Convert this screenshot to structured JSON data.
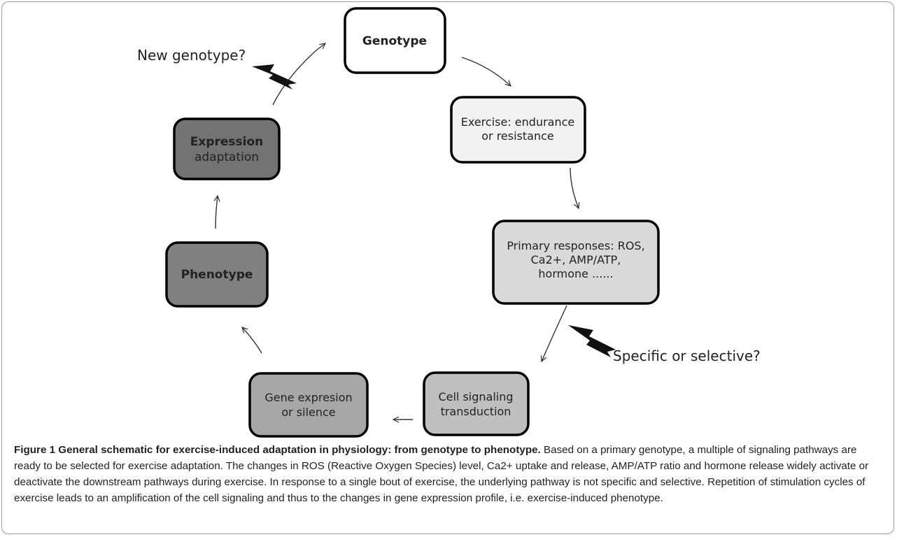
{
  "diagram": {
    "nodes": [
      {
        "id": "genotype",
        "lines": [
          "Genotype"
        ],
        "bold": true,
        "fill": "#ffffff"
      },
      {
        "id": "exercise",
        "lines": [
          "Exercise: endurance",
          "or resistance"
        ],
        "bold": false,
        "fill": "#f2f2f2"
      },
      {
        "id": "primary",
        "lines": [
          "Primary responses: ROS,",
          "Ca2+, AMP/ATP,",
          "hormone ......"
        ],
        "bold": false,
        "fill": "#d9d9d9"
      },
      {
        "id": "cellsig",
        "lines": [
          "Cell signaling",
          "transduction"
        ],
        "bold": false,
        "fill": "#bfbfbf"
      },
      {
        "id": "geneexp",
        "lines": [
          "Gene expresion",
          "or silence"
        ],
        "bold": false,
        "fill": "#a6a6a6"
      },
      {
        "id": "phenotype",
        "lines": [
          "Phenotype"
        ],
        "bold": true,
        "fill": "#808080"
      },
      {
        "id": "expression",
        "lines": [
          "Expression",
          "adaptation"
        ],
        "bold": false,
        "boldFirst": true,
        "fill": "#737373"
      }
    ],
    "annotations": {
      "new_genotype": "New genotype?",
      "specific": "Specific or selective?"
    },
    "colors": {
      "border": "#000000",
      "arrow": "#333333",
      "lightning": "#111111"
    }
  },
  "caption": {
    "title": "Figure 1 General schematic for exercise-induced adaptation in physiology: from genotype to phenotype.",
    "body": " Based on a primary genotype, a multiple of signaling pathways are ready to be selected for exercise adaptation. The changes in ROS (Reactive Oxygen Species) level, Ca2+ uptake and release, AMP/ATP ratio and hormone release widely activate or deactivate the downstream pathways during exercise. In response to a single bout of exercise, the underlying pathway is not specific and selective. Repetition of stimulation cycles of exercise leads to an amplification of the cell signaling and thus to the changes in gene expression profile, i.e. exercise-induced phenotype."
  }
}
